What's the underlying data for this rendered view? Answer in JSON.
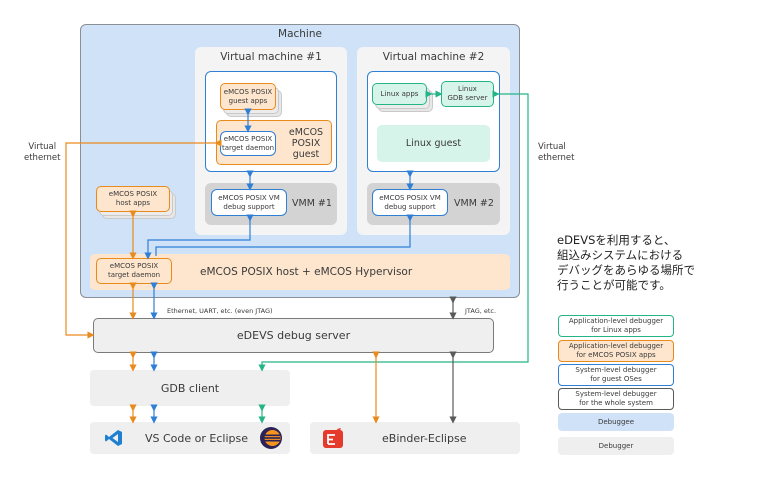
{
  "machine": {
    "title": "Machine"
  },
  "vm1": {
    "title": "Virtual machine #1",
    "guest_apps": "eMCOS POSIX\nguest apps",
    "target_daemon": "eMCOS POSIX\ntarget daemon",
    "guest_label": "eMCOS\nPOSIX\nguest",
    "vmm_support": "eMCOS POSIX VM\ndebug support",
    "vmm_label": "VMM #1"
  },
  "vm2": {
    "title": "Virtual machine #2",
    "linux_apps": "Linux apps",
    "linux_gdb": "Linux\nGDB server",
    "linux_guest": "Linux guest",
    "vmm_support": "eMCOS POSIX VM\ndebug support",
    "vmm_label": "VMM #2"
  },
  "host": {
    "host_apps": "eMCOS POSIX\nhost apps",
    "target_daemon": "eMCOS POSIX\ntarget daemon",
    "label": "eMCOS POSIX host + eMCOS Hypervisor"
  },
  "virtual_ethernet_left": "Virtual\nethernet",
  "virtual_ethernet_right": "Virtual\nethernet",
  "conn_ethernet": "Ethernet, UART, etc. (even JTAG)",
  "conn_jtag": "JTAG, etc.",
  "debug_server": "eDEVS debug server",
  "gdb_client": "GDB client",
  "vscode": "VS Code or Eclipse",
  "ebinder": "eBinder-Eclipse",
  "jp_note": "eDEVSを利用すると、\n組込みシステムにおける\nデバッグをあらゆる場所で\n行うことが可能です。",
  "legend": {
    "app_linux": "Application-level debugger\nfor Linux apps",
    "app_emcos": "Application-level debugger\nfor eMCOS POSIX apps",
    "system_guest": "System-level debugger\nfor guest OSes",
    "system_whole": "System-level debugger\nfor the whole system",
    "debuggee": "Debuggee",
    "debugger": "Debugger"
  },
  "colors": {
    "orange": "#e98a1d",
    "blue": "#2f7fd6",
    "green": "#25b488",
    "dark": "#5a5a5a",
    "debuggee_bg": "#cfe2f8",
    "debugger_bg": "#efefef"
  },
  "icons": [
    "vscode-icon",
    "eclipse-icon",
    "ebinder-icon"
  ]
}
